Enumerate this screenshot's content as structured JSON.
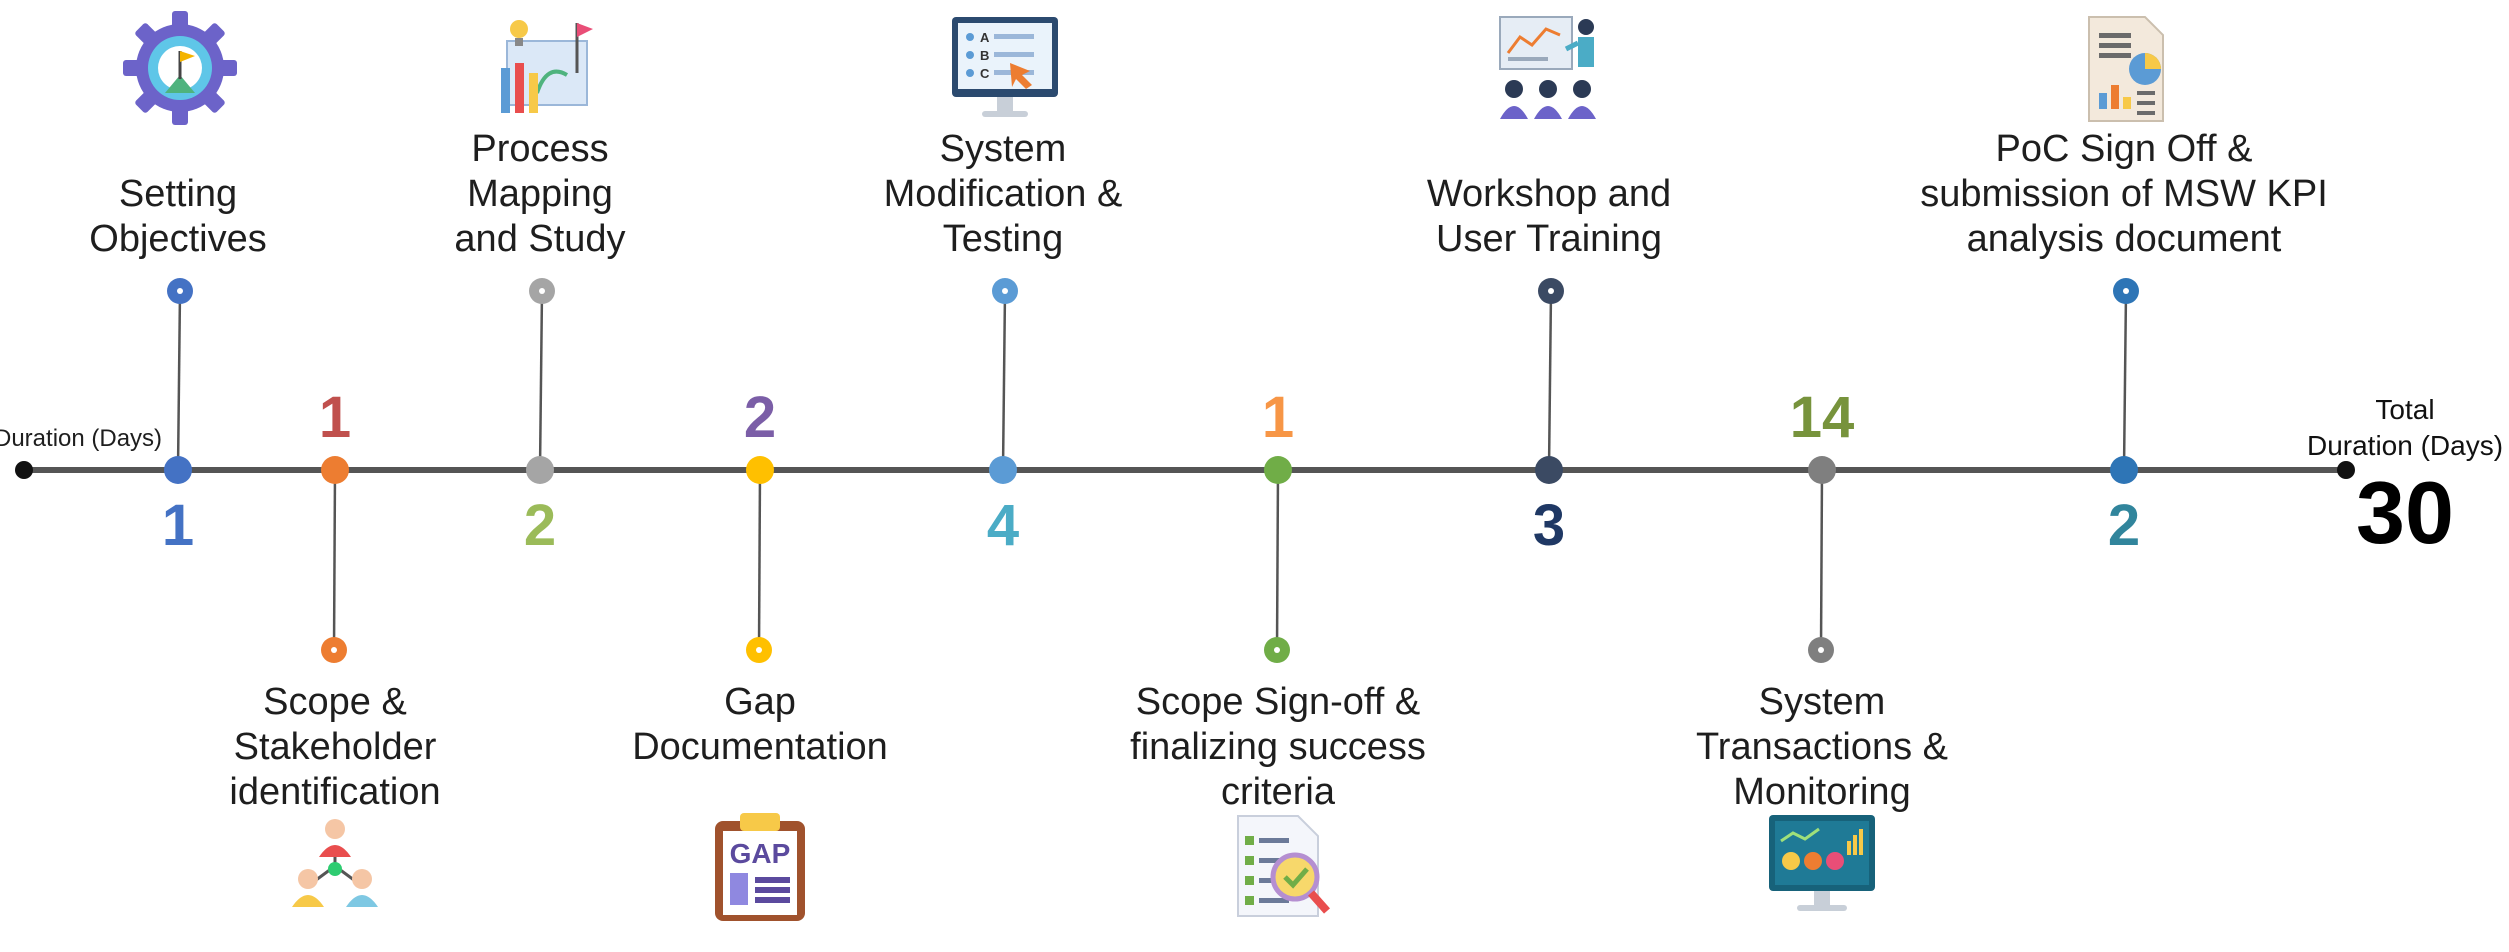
{
  "start_label": "Duration (Days)",
  "end_label": "Total\nDuration (Days)",
  "total": "30",
  "colors": {
    "axis": "#555555",
    "blue": "#4472c4",
    "orange": "#ed7d31",
    "gray": "#a5a5a5",
    "yellow": "#ffc000",
    "sky": "#5b9bd5",
    "green": "#70ad47",
    "navy": "#3b4a63",
    "slate": "#7f7f7f",
    "teal": "#2e75b6",
    "purple": "#7b5ea7"
  },
  "steps": [
    {
      "label": "Setting\nObjectives",
      "days": "1",
      "position": "top",
      "icon": "gear-target-icon"
    },
    {
      "label": "Scope &\nStakeholder\nidentification",
      "days": "1",
      "position": "bottom",
      "icon": "people-network-icon"
    },
    {
      "label": "Process\nMapping\nand Study",
      "days": "2",
      "position": "top",
      "icon": "process-map-icon"
    },
    {
      "label": "Gap\nDocumentation",
      "days": "2",
      "position": "bottom",
      "icon": "gap-clipboard-icon"
    },
    {
      "label": "System\nModification &\nTesting",
      "days": "4",
      "position": "top",
      "icon": "monitor-quiz-icon"
    },
    {
      "label": "Scope Sign-off &\nfinalizing success\ncriteria",
      "days": "1",
      "position": "bottom",
      "icon": "document-check-icon"
    },
    {
      "label": "Workshop and\nUser Training",
      "days": "3",
      "position": "top",
      "icon": "presentation-training-icon"
    },
    {
      "label": "System\nTransactions &\nMonitoring",
      "days": "14",
      "position": "bottom",
      "icon": "dashboard-monitor-icon"
    },
    {
      "label": "PoC Sign Off &\nsubmission of MSW KPI\nanalysis document",
      "days": "2",
      "position": "top",
      "icon": "report-chart-icon"
    }
  ]
}
